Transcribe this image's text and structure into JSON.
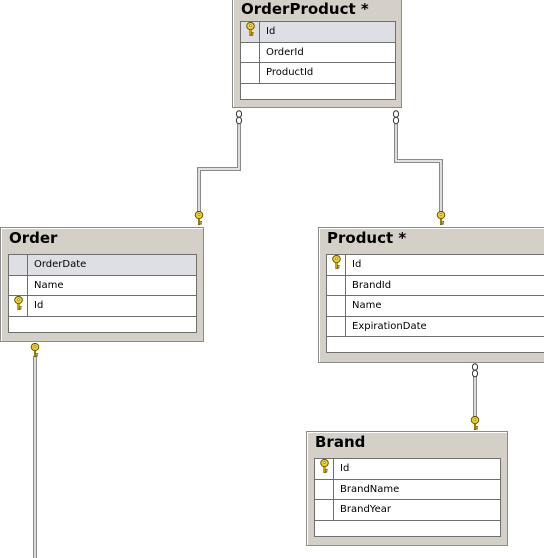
{
  "tables": [
    {
      "id": "order-product",
      "title": "OrderProduct *",
      "columns": [
        {
          "name": "Id",
          "is_key": true,
          "selected": true
        },
        {
          "name": "OrderId",
          "is_key": false,
          "selected": false
        },
        {
          "name": "ProductId",
          "is_key": false,
          "selected": false
        }
      ]
    },
    {
      "id": "order",
      "title": "Order",
      "columns": [
        {
          "name": "OrderDate",
          "is_key": false,
          "selected": true
        },
        {
          "name": "Name",
          "is_key": false,
          "selected": false
        },
        {
          "name": "Id",
          "is_key": true,
          "selected": false
        }
      ]
    },
    {
      "id": "product",
      "title": "Product *",
      "columns": [
        {
          "name": "Id",
          "is_key": true,
          "selected": false
        },
        {
          "name": "BrandId",
          "is_key": false,
          "selected": false
        },
        {
          "name": "Name",
          "is_key": false,
          "selected": false
        },
        {
          "name": "ExpirationDate",
          "is_key": false,
          "selected": false
        }
      ]
    },
    {
      "id": "brand",
      "title": "Brand",
      "columns": [
        {
          "name": "Id",
          "is_key": true,
          "selected": false
        },
        {
          "name": "BrandName",
          "is_key": false,
          "selected": false
        },
        {
          "name": "BrandYear",
          "is_key": false,
          "selected": false
        }
      ]
    }
  ],
  "relationships": [
    {
      "id": "orderproduct-order",
      "from": "OrderProduct",
      "to": "Order",
      "many_end_icon": "infinity-icon",
      "one_end_icon": "key-icon"
    },
    {
      "id": "orderproduct-product",
      "from": "OrderProduct",
      "to": "Product",
      "many_end_icon": "infinity-icon",
      "one_end_icon": "key-icon"
    },
    {
      "id": "product-brand",
      "from": "Product",
      "to": "Brand",
      "many_end_icon": "infinity-icon",
      "one_end_icon": "key-icon"
    },
    {
      "id": "order-offscreen",
      "from": "Order",
      "to": "",
      "many_end_icon": "",
      "one_end_icon": "key-icon"
    }
  ],
  "colors": {
    "table_bg": "#d4d0c8",
    "grid_border": "#6f6f6f",
    "selected_row": "#dedfe4",
    "key_fill": "#f2d21b",
    "connector": "#7a7a7a"
  }
}
